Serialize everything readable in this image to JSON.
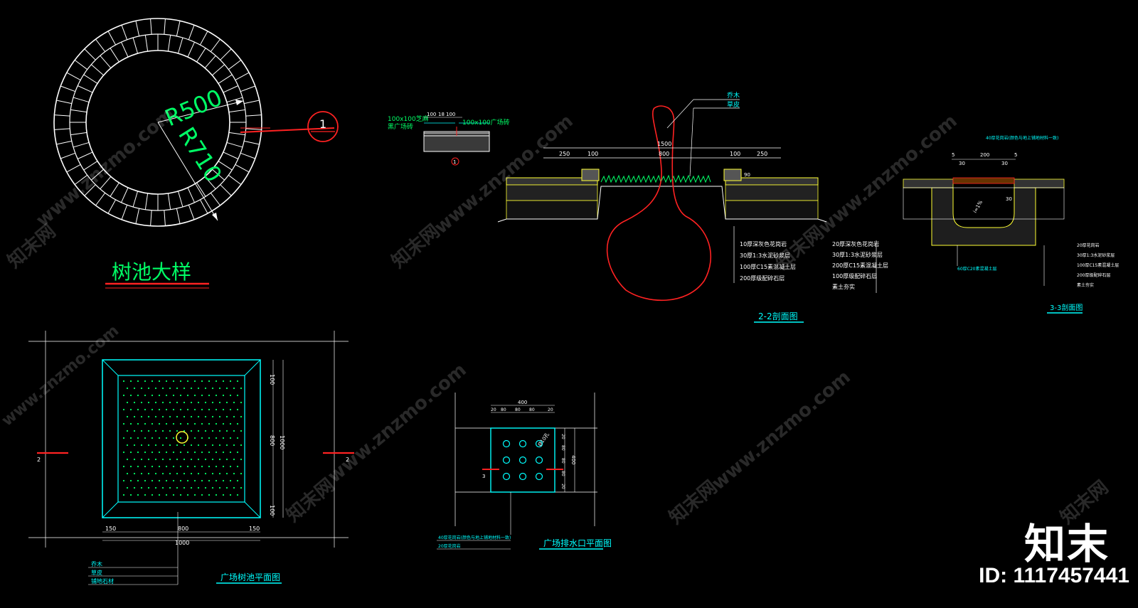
{
  "tree_pit_detail": {
    "title": "树池大样",
    "r_inner": "R500",
    "r_outer": "R710",
    "section_marker": "1"
  },
  "paver_detail": {
    "label_left_1": "100x100芝麻",
    "label_left_2": "黑广场砖",
    "dim_a": "100",
    "dim_b": "18",
    "dim_c": "100",
    "label_right": "100x100广场砖",
    "marker": "1"
  },
  "section_2_2": {
    "title": "2-2剖面图",
    "label_tree": "乔木",
    "label_turf": "草皮",
    "dims_top": [
      "250",
      "100",
      "800",
      "100",
      "250"
    ],
    "dim_total": "1500",
    "dim_curb": "90",
    "layers_left": [
      "10厚深灰色花岗岩",
      "30厚1:3水泥砂浆层",
      "100厚C15素混凝土层",
      "200厚级配碎石层"
    ],
    "layers_right": [
      "20厚深灰色花岗岩",
      "30厚1:3水泥砂浆层",
      "200厚C15素混凝土层",
      "100厚级配碎石层",
      "素土夯实"
    ]
  },
  "section_3_3": {
    "title": "3-3剖面图",
    "top_label": "40厚花岗岩(颜色与地上铺地材料一致)",
    "dims": [
      "5",
      "30",
      "200",
      "30",
      "5"
    ],
    "slope": "i=1%",
    "dim_side": "30",
    "inner_label": "60厚C20素混凝土层",
    "layers": [
      "20厚花岗岩",
      "30厚1:3水泥砂浆层",
      "100厚C15素混凝土层",
      "200厚级配碎石层",
      "素土夯实"
    ]
  },
  "plaza_plan": {
    "title": "广场树池平面图",
    "dims_bottom": [
      "150",
      "800",
      "150"
    ],
    "dim_total_bottom": "1000",
    "dims_right": [
      "100",
      "800",
      "100"
    ],
    "dim_total_right": "1000",
    "marker_left": "2",
    "marker_right": "2",
    "legend": [
      "乔木",
      "草皮",
      "铺地石材"
    ]
  },
  "drain_plan": {
    "title": "广场排水口平面图",
    "dim_top_total": "400",
    "dims_top": [
      "20",
      "80",
      "80",
      "80",
      "20"
    ],
    "dim_hole": "Ø10孔",
    "dims_right": [
      "20",
      "80",
      "80",
      "80",
      "20"
    ],
    "dim_right_total": "400",
    "marker": "3",
    "note_1": "40厚花岗岩(颜色与地上铺地材料一致)",
    "note_2": "20厚花岗岩"
  },
  "watermark": {
    "brand": "知末",
    "id_text": "ID: 1117457441",
    "site": "www.znzmo.com",
    "site_cn": "知末网"
  },
  "colors": {
    "background": "#000000",
    "white_line": "#ffffff",
    "cyan": "#00ffff",
    "green": "#00ff66",
    "yellow": "#ffff33",
    "red": "#ff2222"
  }
}
